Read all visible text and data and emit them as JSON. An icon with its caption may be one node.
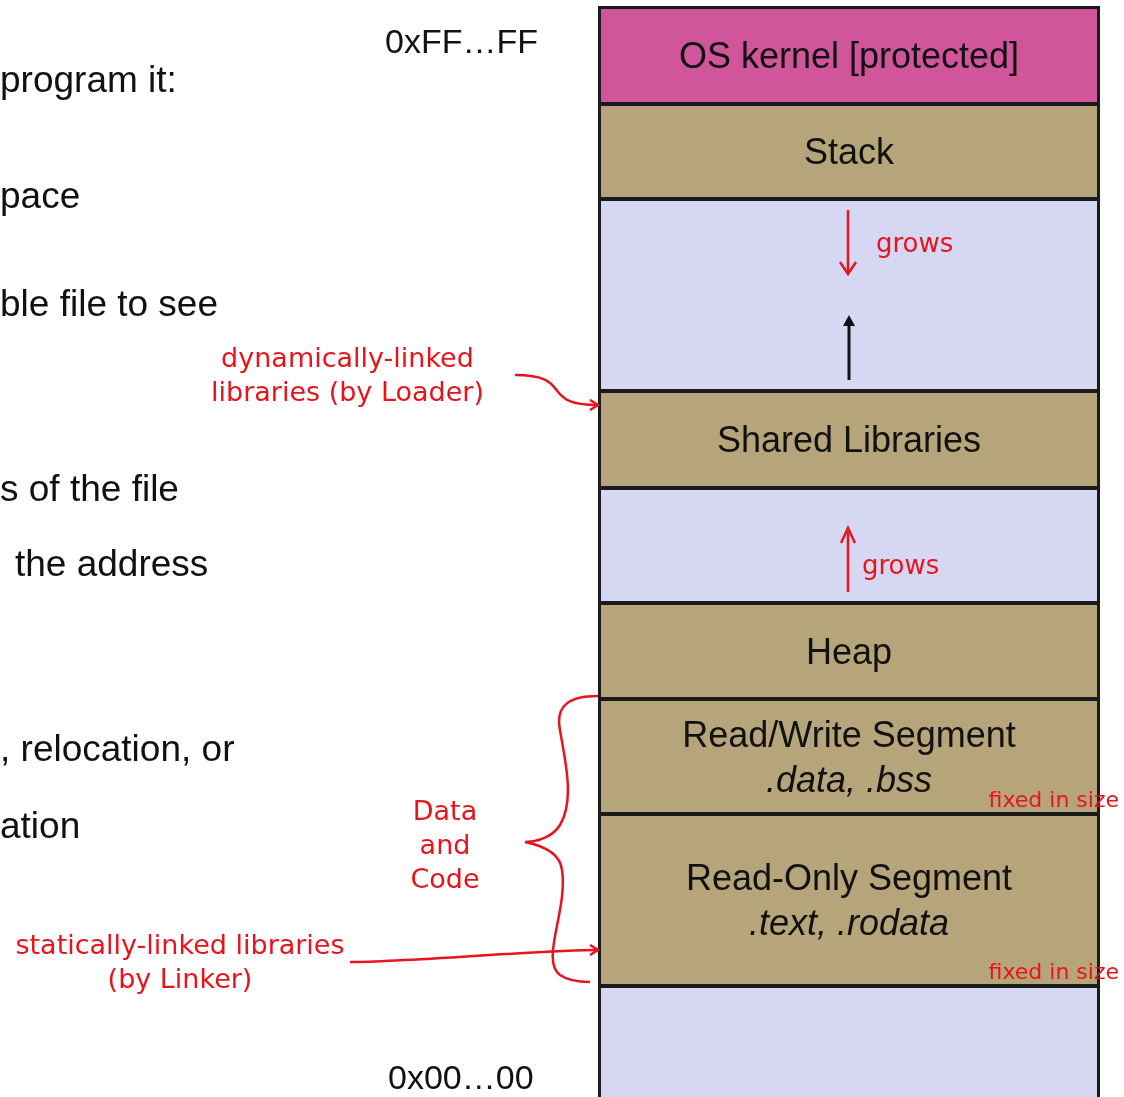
{
  "diagram": {
    "nodes": [
      {
        "text": [
          "OS kernel [protected]"
        ]
      },
      {
        "text": [
          "Stack"
        ]
      },
      {
        "text": [],
        "shape": "box"
      },
      {
        "text": [
          "dynamically-linked libraries (by Loader)"
        ]
      },
      {
        "text": [
          "Shared Libraries"
        ]
      },
      {
        "text": [],
        "shape": "box"
      },
      {
        "text": [
          "Heap"
        ]
      },
      {
        "text": [
          "Read/Write Segment",
          ".data, .bss",
          "fixed in size"
        ]
      },
      {
        "text": [
          "Data and Code"
        ]
      },
      {
        "text": [
          "statically-linked libraries (by Linker)"
        ]
      },
      {
        "text": [
          "Read-Only Segment",
          ".text, .rodata",
          "fixed in size"
        ]
      },
      {
        "text": [],
        "shape": "box"
      }
    ],
    "edges": [
      {
        "from": 3,
        "to": 4,
        "arrow": "to"
      },
      {
        "from": 9,
        "to": 10,
        "arrow": "to"
      }
    ],
    "labels": [
      "0xFF…FF",
      "program it:",
      "pace",
      "grows",
      "ble file to see",
      "s of the file",
      "the address",
      "grows",
      ", relocation, or",
      "ation",
      "0x00…00"
    ]
  }
}
